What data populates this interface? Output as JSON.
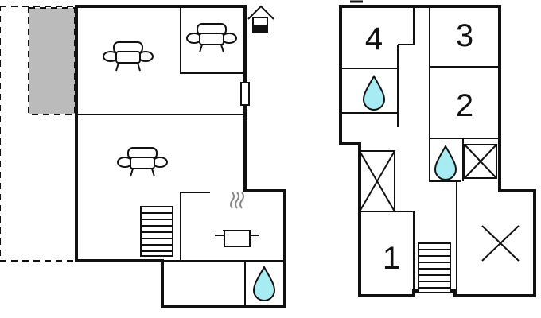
{
  "colors": {
    "wall": "#111111",
    "terrace_fill": "#bbbbbb",
    "water": "#a6ecf2",
    "background": "#ffffff"
  },
  "floors": [
    {
      "name": "",
      "rooms": [
        {
          "icon": "sofa-icon"
        },
        {
          "icon": "armchair-icon"
        },
        {
          "icon": "sofa-icon"
        },
        {
          "icon": "stairs-icon"
        },
        {
          "icon": "cooking-pot-icon"
        },
        {
          "icon": "water-drop-icon"
        },
        {
          "icon": "house-entrance-icon"
        }
      ]
    },
    {
      "name": "",
      "bedrooms": [
        {
          "number": "4"
        },
        {
          "number": "3"
        },
        {
          "number": "2"
        },
        {
          "number": "1"
        }
      ],
      "icons": [
        "water-drop-icon",
        "water-drop-icon",
        "cross-box-icon",
        "cross-box-icon",
        "cross-icon",
        "stairs-icon"
      ]
    }
  ]
}
